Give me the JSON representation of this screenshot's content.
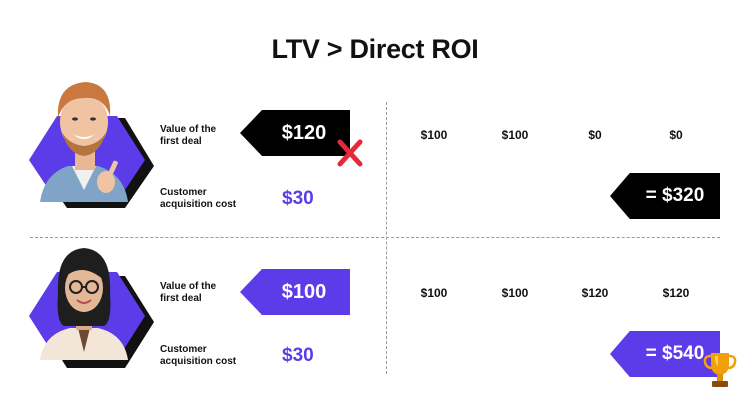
{
  "title": "LTV > Direct ROI",
  "rows": [
    {
      "value_label": "Value of the first deal",
      "value": "$120",
      "cac_label": "Customer acquisition cost",
      "cac": "$30",
      "months": [
        "$100",
        "$100",
        "$0",
        "$0"
      ],
      "total": "= $320",
      "tag_color": "#000000",
      "total_color": "#000000",
      "marker_icon": "cross-icon"
    },
    {
      "value_label": "Value of the first deal",
      "value": "$100",
      "cac_label": "Customer acquisition cost",
      "cac": "$30",
      "months": [
        "$100",
        "$100",
        "$120",
        "$120"
      ],
      "total": "= $540",
      "tag_color": "#5b3ce8",
      "total_color": "#5b3ce8",
      "marker_icon": "trophy-icon"
    }
  ],
  "colors": {
    "accent": "#5b3ce8",
    "dark": "#000000",
    "cross": "#e5283a",
    "trophy": "#f2a007"
  }
}
